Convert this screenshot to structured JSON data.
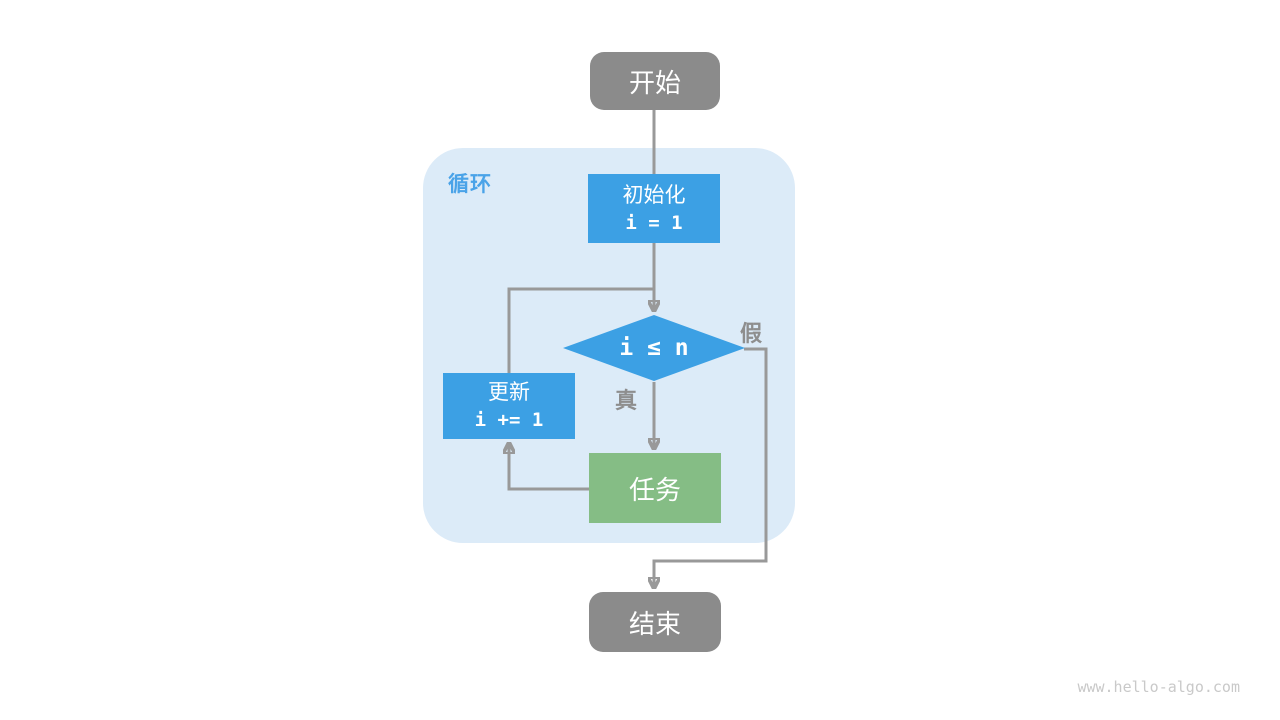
{
  "diagram": {
    "loop_label": "循环",
    "nodes": {
      "start": {
        "type": "terminal",
        "label": "开始"
      },
      "init": {
        "type": "process",
        "label": "初始化",
        "code": "i = 1"
      },
      "condition": {
        "type": "decision",
        "code": "i ≤ n"
      },
      "update": {
        "type": "process",
        "label": "更新",
        "code": "i += 1"
      },
      "task": {
        "type": "process",
        "label": "任务"
      },
      "end": {
        "type": "terminal",
        "label": "结束"
      }
    },
    "edge_labels": {
      "true_branch": "真",
      "false_branch": "假"
    },
    "edges": [
      {
        "from": "start",
        "to": "init",
        "label": ""
      },
      {
        "from": "init",
        "to": "condition",
        "label": ""
      },
      {
        "from": "condition",
        "to": "task",
        "label": "真"
      },
      {
        "from": "condition",
        "to": "end",
        "label": "假"
      },
      {
        "from": "task",
        "to": "update",
        "label": ""
      },
      {
        "from": "update",
        "to": "condition",
        "label": ""
      }
    ]
  },
  "colors": {
    "process_blue": "#3ca0e4",
    "task_green": "#85bd85",
    "terminal_gray": "#8b8b8b",
    "loop_background": "#dcebf8",
    "connector_gray": "#999999",
    "edge_label_gray": "#8e8e8e",
    "loop_label_blue": "#4aa3e8",
    "watermark_gray": "#c9c9c9"
  },
  "watermark": "www.hello-algo.com"
}
